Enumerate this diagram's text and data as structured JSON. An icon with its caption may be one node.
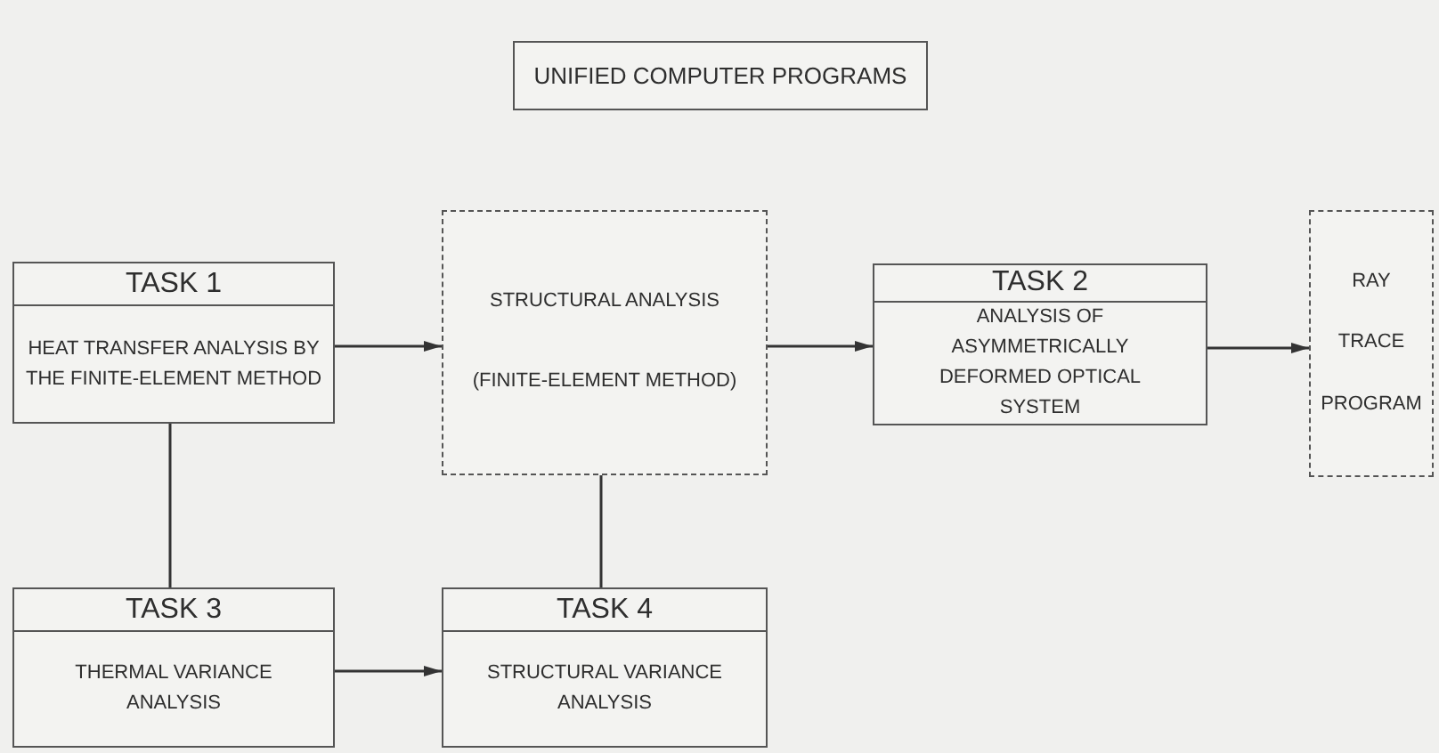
{
  "diagram": {
    "title": "UNIFIED COMPUTER PROGRAMS",
    "nodes": [
      {
        "text": [
          "TASK 1",
          "HEAT TRANSFER ANALYSIS BY THE FINITE-ELEMENT METHOD"
        ]
      },
      {
        "text": [
          "STRUCTURAL ANALYSIS",
          "(FINITE-ELEMENT METHOD)"
        ]
      },
      {
        "text": [
          "TASK 2",
          "ANALYSIS OF ASYMMETRICALLY DEFORMED OPTICAL SYSTEM"
        ]
      },
      {
        "text": [
          "RAY",
          "TRACE",
          "PROGRAM"
        ]
      },
      {
        "text": [
          "TASK 3",
          "THERMAL VARIANCE ANALYSIS"
        ]
      },
      {
        "text": [
          "TASK 4",
          "STRUCTURAL VARIANCE ANALYSIS"
        ]
      }
    ],
    "edges": [
      {
        "from": 0,
        "to": 1,
        "arrow": "to"
      },
      {
        "from": 1,
        "to": 2,
        "arrow": "to"
      },
      {
        "from": 2,
        "to": 3,
        "arrow": "to"
      },
      {
        "from": 0,
        "to": 4,
        "arrow": "none"
      },
      {
        "from": 4,
        "to": 5,
        "arrow": "to"
      },
      {
        "from": 5,
        "to": 1,
        "arrow": "none"
      }
    ]
  }
}
